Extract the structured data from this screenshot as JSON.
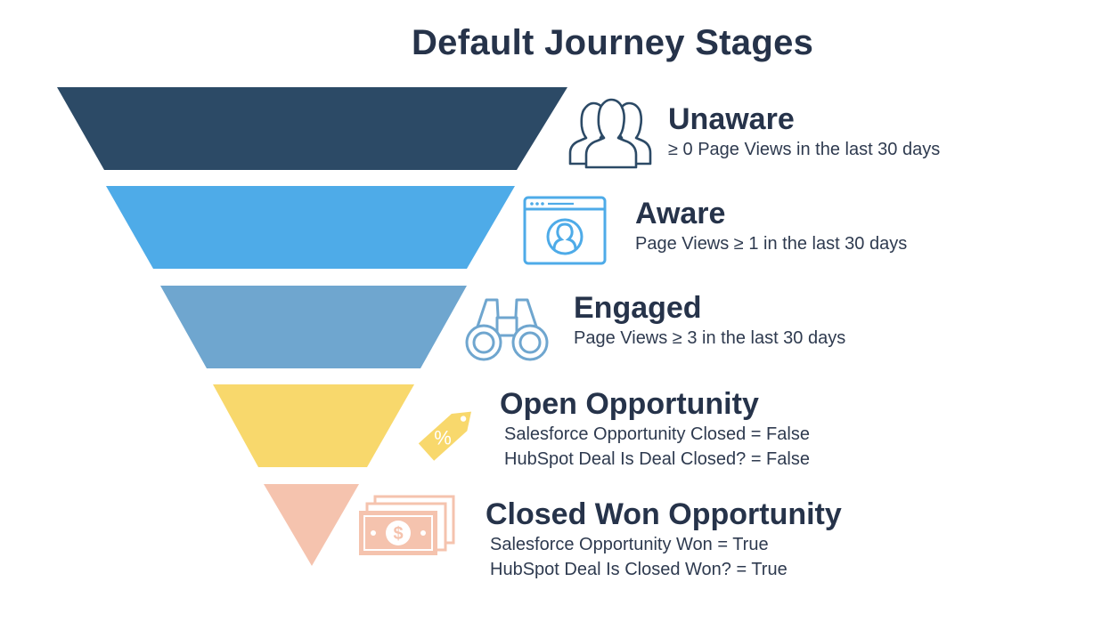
{
  "title": "Default Journey Stages",
  "stages": [
    {
      "name": "Unaware",
      "criteria": [
        "≥ 0 Page Views in the last 30 days"
      ],
      "color": "#2c4a66",
      "icon": "people-icon"
    },
    {
      "name": "Aware",
      "criteria": [
        "Page Views ≥ 1 in the last 30 days"
      ],
      "color": "#4eabe8",
      "icon": "browser-user-icon"
    },
    {
      "name": "Engaged",
      "criteria": [
        "Page Views ≥ 3 in the last 30 days"
      ],
      "color": "#6fa6cf",
      "icon": "binoculars-icon"
    },
    {
      "name": "Open Opportunity",
      "criteria": [
        "Salesforce Opportunity Closed = False",
        "HubSpot Deal Is Deal Closed? = False"
      ],
      "color": "#f8d86c",
      "icon": "percent-tag-icon"
    },
    {
      "name": "Closed Won Opportunity",
      "criteria": [
        "Salesforce Opportunity Won = True",
        "HubSpot Deal Is Closed Won? = True"
      ],
      "color": "#f5c3ae",
      "icon": "money-bills-icon"
    }
  ]
}
